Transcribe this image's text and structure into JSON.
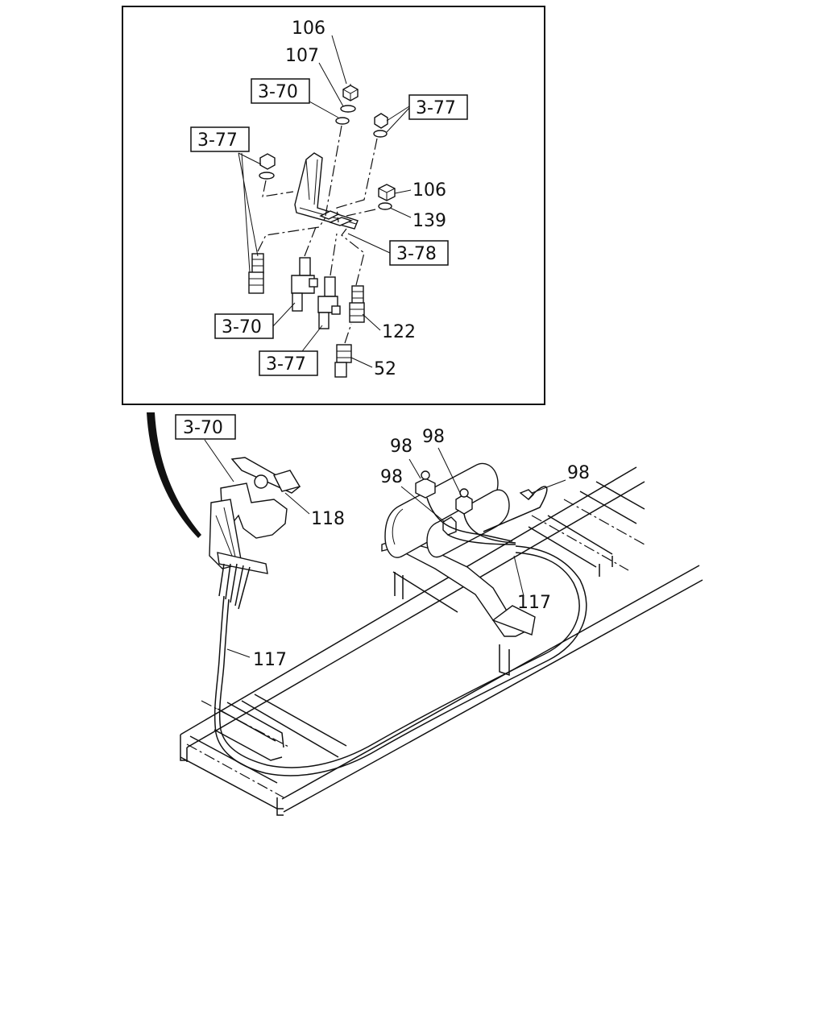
{
  "callouts": {
    "c106_top": "106",
    "c107": "107",
    "c370_top": "3-70",
    "c377_right": "3-77",
    "c377_left": "3-77",
    "c106_mid": "106",
    "c139": "139",
    "c378": "3-78",
    "c370_mid": "3-70",
    "c122": "122",
    "c377_bottom": "3-77",
    "c52": "52",
    "c370_lower": "3-70",
    "c118": "118",
    "c98_a": "98",
    "c98_b": "98",
    "c98_c": "98",
    "c98_d": "98",
    "c117_right": "117",
    "c117_left": "117"
  }
}
